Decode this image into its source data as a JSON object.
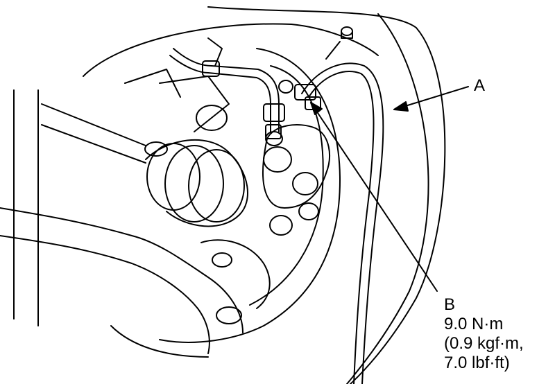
{
  "labels": {
    "a": "A",
    "b": "B",
    "b_torque_nm": "9.0 N·m",
    "b_torque_kgf": "(0.9 kgf·m,",
    "b_torque_lbf": "7.0 lbf·ft)"
  },
  "colors": {
    "line": "#000000",
    "background": "#ffffff"
  }
}
